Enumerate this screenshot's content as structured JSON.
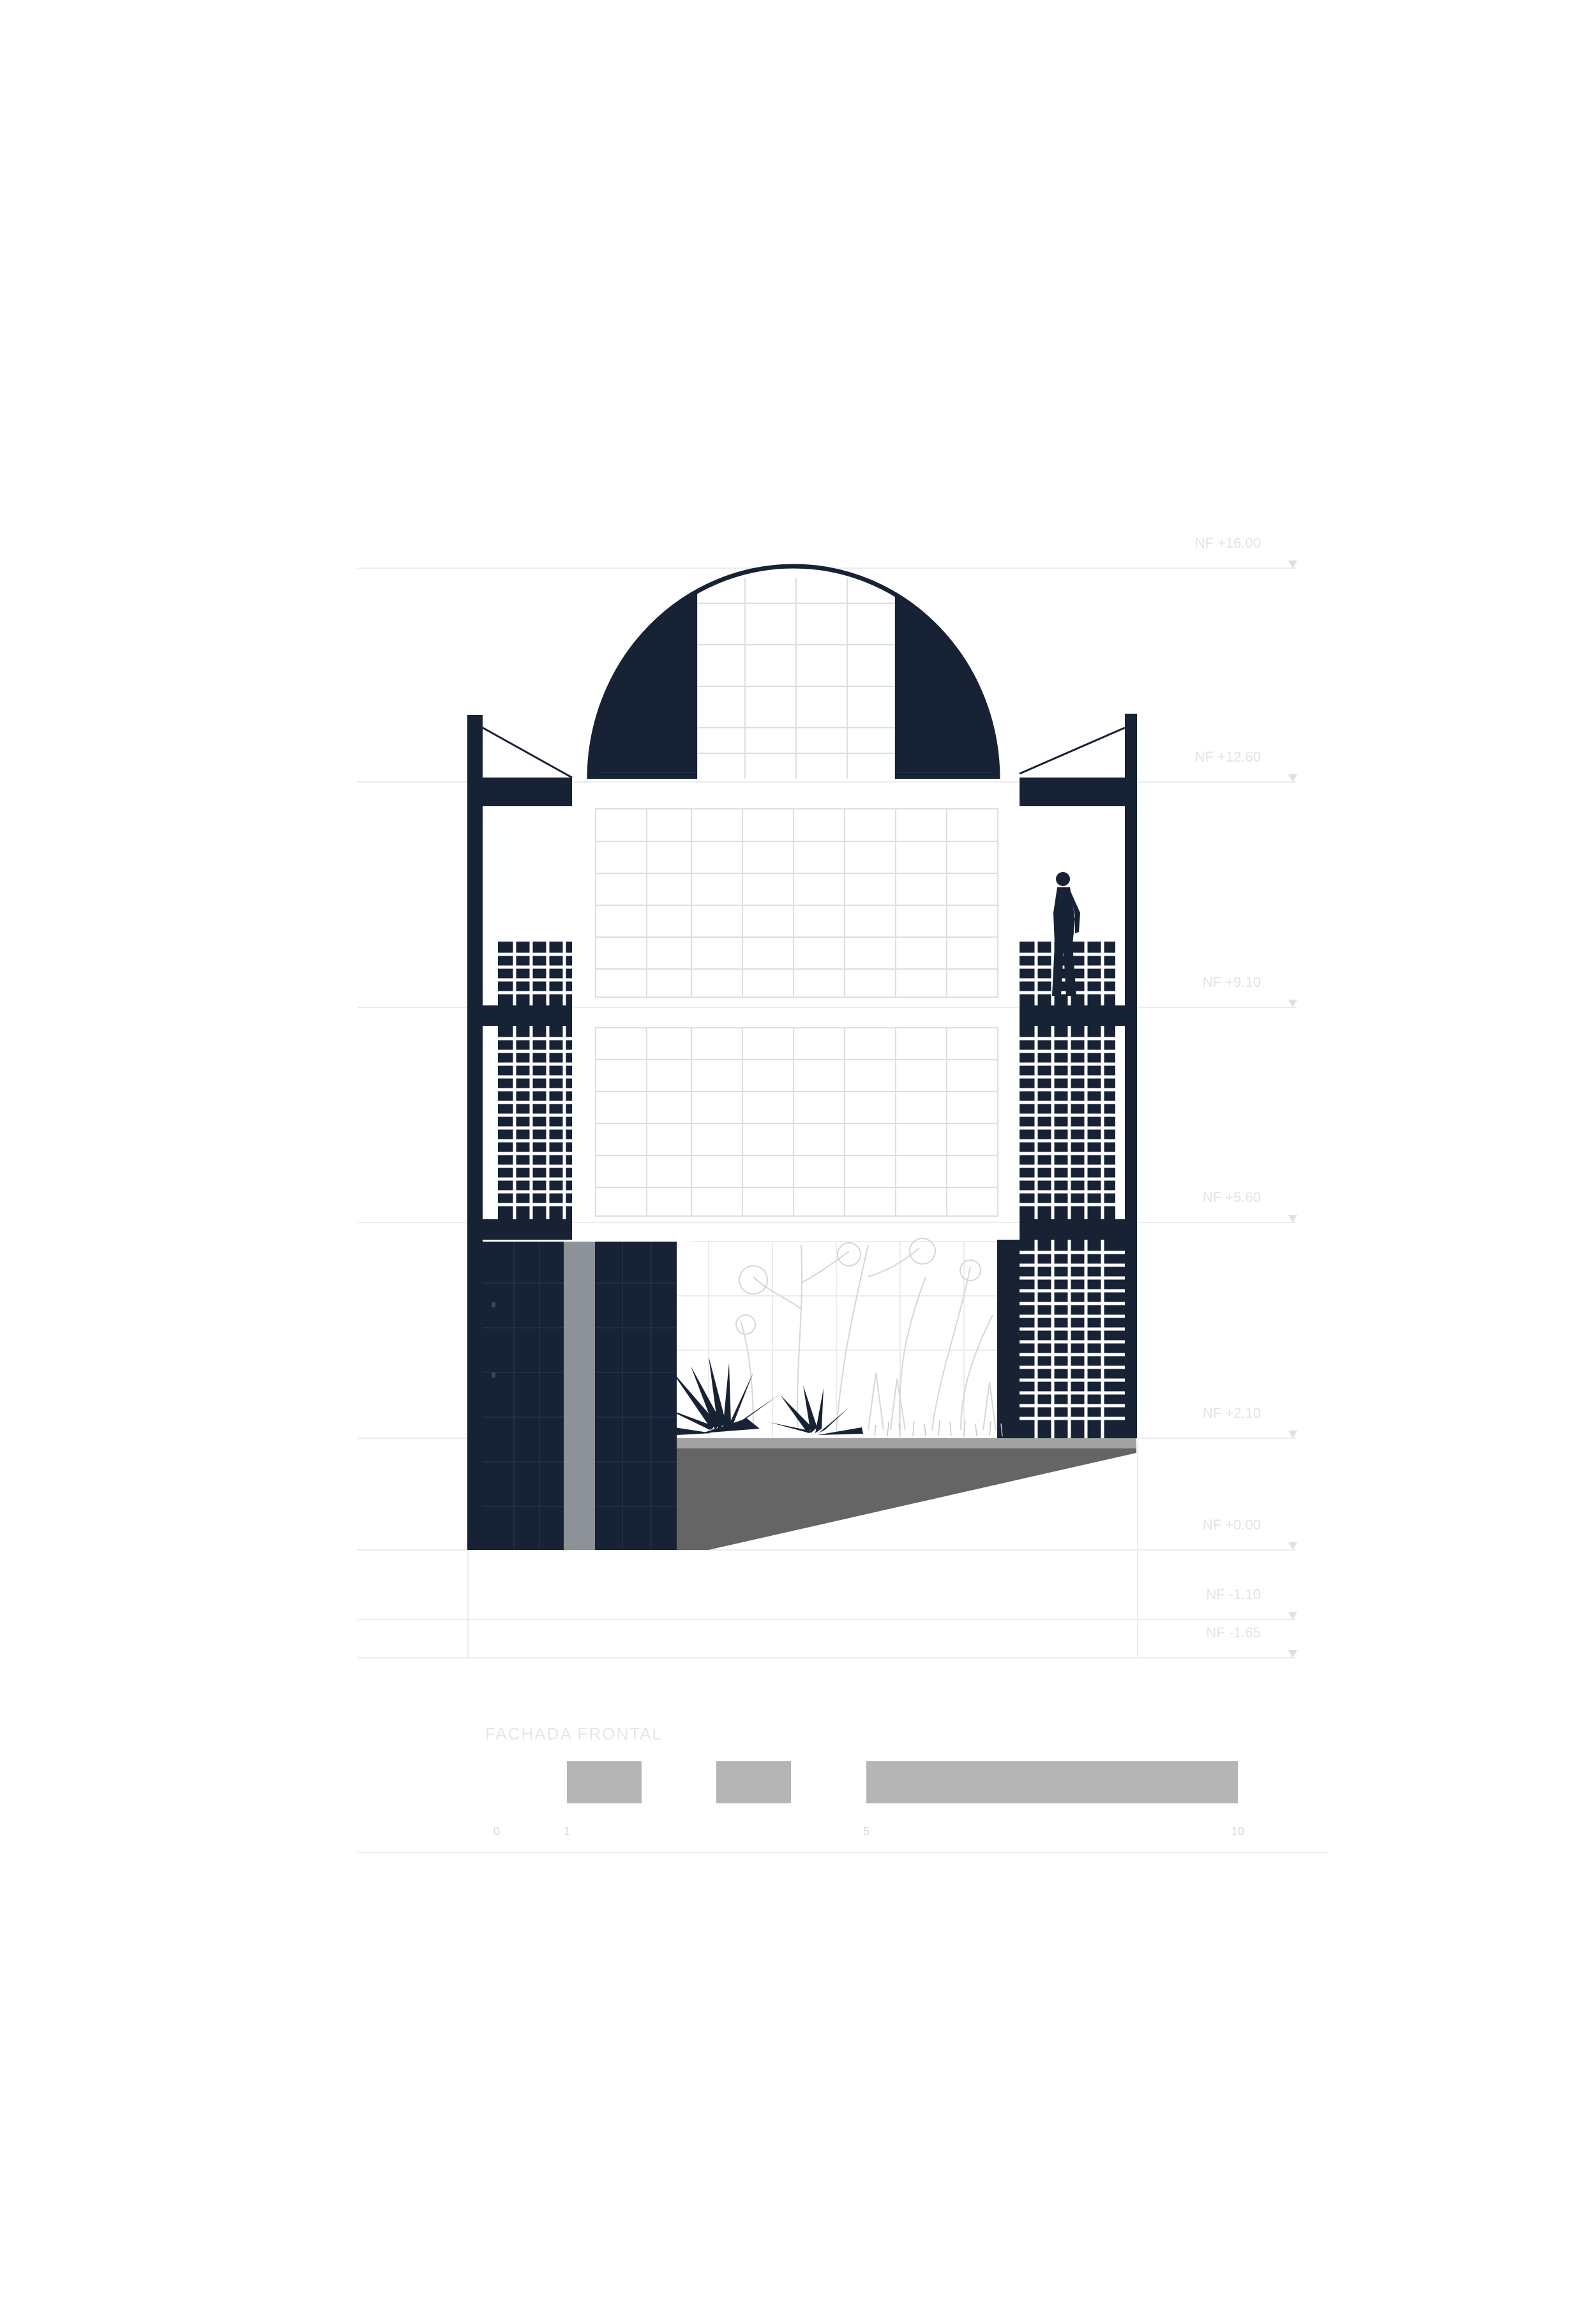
{
  "drawing": {
    "title": "FACHADA FRONTAL",
    "colors": {
      "structure": "#172235",
      "soil": "#656565",
      "scale_bar": "#b5b5b5",
      "reference_line": "#ececec",
      "glass_grid": "#dedede",
      "vegetation_line": "#d6d6d6"
    },
    "level_marks": [
      {
        "label": "NF +16.00"
      },
      {
        "label": "NF +12.60"
      },
      {
        "label": "NF +9.10"
      },
      {
        "label": "NF +5.60"
      },
      {
        "label": "NF +2.10"
      },
      {
        "label": "NF +0.00"
      },
      {
        "label": "NF -1.10"
      },
      {
        "label": "NF -1.65"
      }
    ],
    "scale": {
      "labels": [
        "0",
        "1",
        "5",
        "10"
      ]
    },
    "elements": [
      "barrel-vault-roof",
      "side-walls",
      "brick-lattice-screens",
      "glazed-facade",
      "entrance-door",
      "agave-plants",
      "human-figure",
      "ground-ramp"
    ]
  }
}
